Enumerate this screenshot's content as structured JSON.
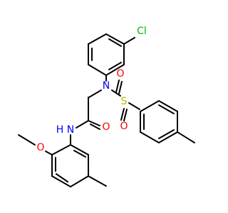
{
  "diagram": {
    "colors": {
      "bond": "#000000",
      "carbon": "#000000",
      "nitrogen": "#0000ff",
      "oxygen": "#ff0000",
      "sulfur": "#b8b800",
      "chlorine": "#00bb00"
    },
    "atoms": {
      "cl": "Cl",
      "n_sulfonamide": "N",
      "s": "S",
      "o_s_left": "O",
      "o_s_right": "O",
      "o_carbonyl": "O",
      "n_amide": "N",
      "h_amide": "H",
      "o_methoxy": "O"
    }
  }
}
